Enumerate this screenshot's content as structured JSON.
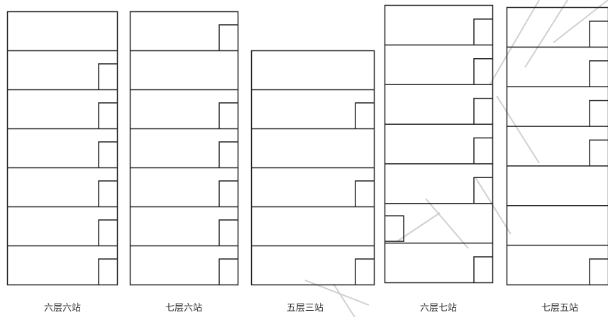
{
  "diagram": {
    "line_color": "#222222",
    "watermark_color": "#d0d0d0",
    "buildings": [
      {
        "label": "六层六站",
        "floors": [
          {
            "stop": false
          },
          {
            "stop": true
          },
          {
            "stop": true
          },
          {
            "stop": true
          },
          {
            "stop": true
          },
          {
            "stop": true
          },
          {
            "stop": true
          }
        ]
      },
      {
        "label": "七层六站",
        "floors": [
          {
            "stop": true
          },
          {
            "stop": false
          },
          {
            "stop": true
          },
          {
            "stop": true
          },
          {
            "stop": true
          },
          {
            "stop": true
          },
          {
            "stop": true
          }
        ]
      },
      {
        "label": "五层三站",
        "floors": [
          {
            "stop": false
          },
          {
            "stop": true
          },
          {
            "stop": false
          },
          {
            "stop": true
          },
          {
            "stop": false
          },
          {
            "stop": true
          }
        ]
      },
      {
        "label": "六层七站",
        "floors": [
          {
            "stop": true
          },
          {
            "stop": true
          },
          {
            "stop": true
          },
          {
            "stop": true
          },
          {
            "stop": true
          },
          {
            "stop": false,
            "left_stop": true
          },
          {
            "stop": true
          }
        ]
      },
      {
        "label": "七层五站",
        "floors": [
          {
            "stop": true
          },
          {
            "stop": true
          },
          {
            "stop": true
          },
          {
            "stop": true
          },
          {
            "stop": false
          },
          {
            "stop": false
          },
          {
            "stop": true
          }
        ]
      }
    ]
  }
}
